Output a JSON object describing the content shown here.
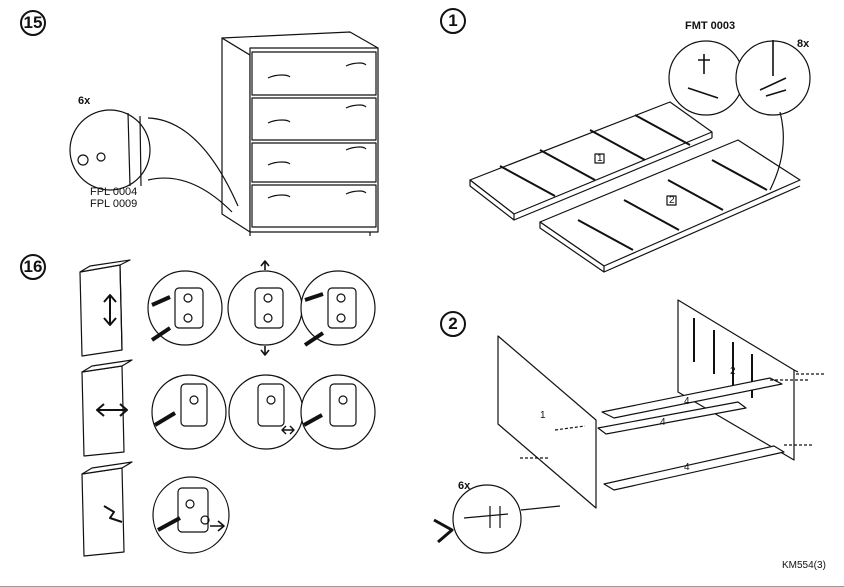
{
  "steps": {
    "s15": "15",
    "s16": "16",
    "s1": "1",
    "s2": "2"
  },
  "callouts": {
    "qty_6x_a": "6x",
    "fpl_line1": "FPL 0004",
    "fpl_line2": "FPL 0009",
    "fmt": "FMT 0003",
    "qty_8x": "8x",
    "qty_6x_b": "6x"
  },
  "part_labels": {
    "p1": "1",
    "p2": "2",
    "p4": "4"
  },
  "footer": {
    "code": "KM554(3)"
  },
  "icons": [
    "up-down-arrow",
    "left-right-arrow",
    "rotate-arrow",
    "screwdriver",
    "cam-lock",
    "allen-key",
    "hinge"
  ]
}
